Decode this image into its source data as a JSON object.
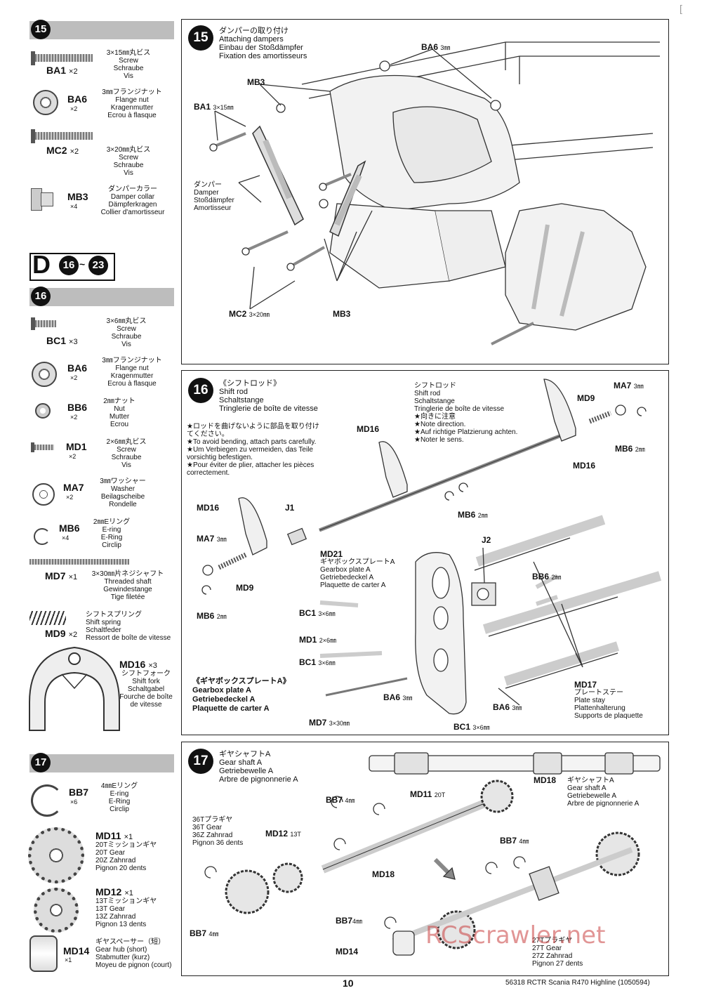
{
  "corner_mark": "[",
  "left": {
    "step15": {
      "num": "15",
      "parts": [
        {
          "code": "BA1",
          "qty": "×2",
          "spec": "3×15㎜丸ビス",
          "names": [
            "Screw",
            "Schraube",
            "Vis"
          ]
        },
        {
          "code": "BA6",
          "qty": "×2",
          "spec": "3㎜フランジナット",
          "names": [
            "Flange nut",
            "Kragenmutter",
            "Ecrou à flasque"
          ]
        },
        {
          "code": "MC2",
          "qty": "×2",
          "spec": "3×20㎜丸ビス",
          "names": [
            "Screw",
            "Schraube",
            "Vis"
          ]
        },
        {
          "code": "MB3",
          "qty": "×4",
          "spec": "ダンパーカラー",
          "names": [
            "Damper collar",
            "Dämpferkragen",
            "Collier d'amortisseur"
          ]
        }
      ]
    },
    "bag": {
      "letter": "D",
      "from": "16",
      "sep": "~",
      "to": "23"
    },
    "step16": {
      "num": "16",
      "parts": [
        {
          "code": "BC1",
          "qty": "×3",
          "spec": "3×6㎜丸ビス",
          "names": [
            "Screw",
            "Schraube",
            "Vis"
          ]
        },
        {
          "code": "BA6",
          "qty": "×2",
          "spec": "3㎜フランジナット",
          "names": [
            "Flange nut",
            "Kragenmutter",
            "Ecrou à flasque"
          ]
        },
        {
          "code": "BB6",
          "qty": "×2",
          "spec": "2㎜ナット",
          "names": [
            "Nut",
            "Mutter",
            "Ecrou"
          ]
        },
        {
          "code": "MD1",
          "qty": "×2",
          "spec": "2×6㎜丸ビス",
          "names": [
            "Screw",
            "Schraube",
            "Vis"
          ]
        },
        {
          "code": "MA7",
          "qty": "×2",
          "spec": "3㎜ワッシャー",
          "names": [
            "Washer",
            "Beilagscheibe",
            "Rondelle"
          ]
        },
        {
          "code": "MB6",
          "qty": "×4",
          "spec": "2㎜Eリング",
          "names": [
            "E-ring",
            "E-Ring",
            "Circlip"
          ]
        },
        {
          "code": "MD7",
          "qty": "×1",
          "spec": "3×30㎜片ネジシャフト",
          "names": [
            "Threaded shaft",
            "Gewindestange",
            "Tige filetée"
          ]
        },
        {
          "code": "MD9",
          "qty": "×2",
          "spec": "シフトスプリング",
          "names": [
            "Shift spring",
            "Schaltfeder",
            "Ressort de boîte de vitesse"
          ]
        },
        {
          "code": "MD16",
          "qty": "×3",
          "spec": "シフトフォーク",
          "names": [
            "Shift fork",
            "Schaltgabel",
            "Fourche de boîte",
            "de vitesse"
          ]
        }
      ]
    },
    "step17": {
      "num": "17",
      "parts": [
        {
          "code": "BB7",
          "qty": "×6",
          "spec": "4㎜Eリング",
          "names": [
            "E-ring",
            "E-Ring",
            "Circlip"
          ]
        },
        {
          "code": "MD11",
          "qty": "×1",
          "spec": "20Tミッションギヤ",
          "names": [
            "20T Gear",
            "20Z Zahnrad",
            "Pignon 20 dents"
          ]
        },
        {
          "code": "MD12",
          "qty": "×1",
          "spec": "13Tミッションギヤ",
          "names": [
            "13T Gear",
            "13Z Zahnrad",
            "Pignon 13 dents"
          ]
        },
        {
          "code": "MD14",
          "qty": "×1",
          "spec": "ギヤスペーサー（短）",
          "names": [
            "Gear hub (short)",
            "Stabmutter (kurz)",
            "Moyeu de pignon (court)"
          ]
        }
      ]
    }
  },
  "panel15": {
    "num": "15",
    "title": [
      "ダンパーの取り付け",
      "Attaching dampers",
      "Einbau der Stoßdämpfer",
      "Fixation des amortisseurs"
    ],
    "labels": {
      "ba6": "BA6",
      "ba6_size": "3㎜",
      "mb3_top": "MB3",
      "ba1": "BA1",
      "ba1_size": "3×15㎜",
      "mc2": "MC2",
      "mc2_size": "3×20㎜",
      "mb3_bottom": "MB3"
    },
    "damper": [
      "ダンパー",
      "Damper",
      "Stoßdämpfer",
      "Amortisseur"
    ]
  },
  "panel16": {
    "num": "16",
    "title": [
      "《シフトロッド》",
      "Shift rod",
      "Schaltstange",
      "Tringlerie de boîte de vitesse"
    ],
    "warning": [
      "★ロッドを曲げないように部品を取り付け",
      "てください。",
      "★To avoid bending, attach parts carefully.",
      "★Um Verbiegen zu vermeiden, das Teile",
      "vorsichtig befestigen.",
      "★Pour éviter de plier, attacher les pièces",
      "correctement."
    ],
    "shiftrod_note": [
      "シフトロッド",
      "Shift rod",
      "Schaltstange",
      "Tringlerie de boîte de vitesse",
      "★向きに注意",
      "★Note direction.",
      "★Auf richtige Platzierung achten.",
      "★Noter le sens."
    ],
    "labels": {
      "md16_a": "MD16",
      "md16_b": "MD16",
      "md16_c": "MD16",
      "j1": "J1",
      "j2": "J2",
      "ma7_a": "MA7",
      "ma7_b": "MA7",
      "ma7_size": "3㎜",
      "md9_a": "MD9",
      "md9_b": "MD9",
      "mb6_a": "MB6",
      "mb6_b": "MB6",
      "mb6_c": "MB6",
      "mb6_size": "2㎜",
      "bb6": "BB6",
      "bb6_size": "2㎜",
      "bc1_a": "BC1",
      "bc1_b": "BC1",
      "bc1_c": "BC1",
      "bc1_size": "3×6㎜",
      "md1": "MD1",
      "md1_size": "2×6㎜",
      "ba6_a": "BA6",
      "ba6_b": "BA6",
      "ba6_size": "3㎜",
      "md7": "MD7",
      "md7_size": "3×30㎜"
    },
    "md21": [
      "MD21",
      "ギヤボックスプレートA",
      "Gearbox plate A",
      "Getriebedeckel A",
      "Plaquette de carter A"
    ],
    "gearbox_a": [
      "《ギヤボックスプレートA》",
      "Gearbox plate A",
      "Getriebedeckel A",
      "Plaquette de carter A"
    ],
    "md17": [
      "MD17",
      "プレートステー",
      "Plate stay",
      "Plattenhalterung",
      "Supports de plaquette"
    ]
  },
  "panel17": {
    "num": "17",
    "title": [
      "ギヤシャフトA",
      "Gear shaft A",
      "Getriebewelle A",
      "Arbre de pignonnerie A"
    ],
    "md18_note": [
      "MD18",
      "ギヤシャフトA",
      "Gear shaft A",
      "Getriebewelle A",
      "Arbre de pignonnerie A"
    ],
    "gear36": [
      "36Tプラギヤ",
      "36T Gear",
      "36Z Zahnrad",
      "Pignon 36 dents"
    ],
    "gear27": [
      "27Tプラギヤ",
      "27T Gear",
      "27Z Zahnrad",
      "Pignon 27 dents"
    ],
    "labels": {
      "bb7": "BB7",
      "bb7_size": "4㎜",
      "md11": "MD11",
      "md11_t": "20T",
      "md12": "MD12",
      "md12_t": "13T",
      "md18": "MD18",
      "md14": "MD14",
      "bb7b": "BB7",
      "bb7c": "BB7",
      "bb7d": "BB7"
    }
  },
  "footer": {
    "page": "10",
    "ref": "56318 RCTR Scania R470 Highline (1050594)",
    "watermark": "RCScrawler.net"
  }
}
